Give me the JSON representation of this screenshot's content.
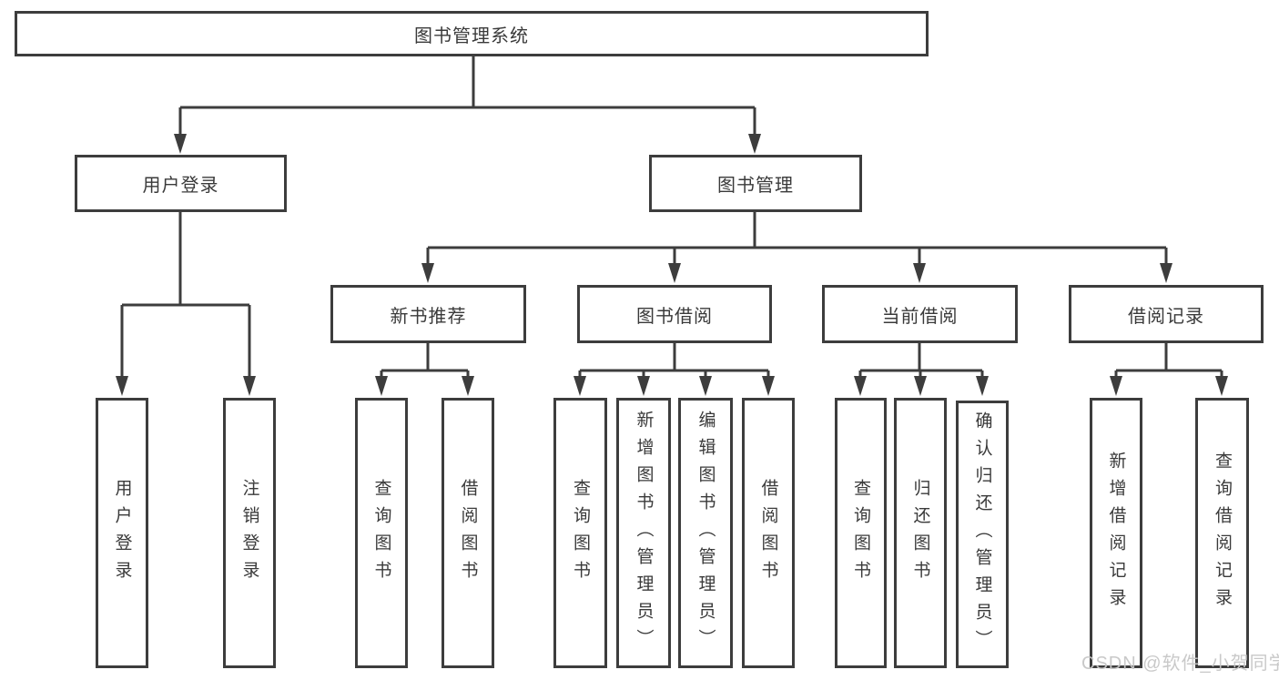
{
  "tree": {
    "root": "图书管理系统",
    "children": [
      {
        "label": "用户登录",
        "children": [
          "用户登录",
          "注销登录"
        ]
      },
      {
        "label": "图书管理",
        "children": [
          {
            "label": "新书推荐",
            "children": [
              "查询图书",
              "借阅图书"
            ]
          },
          {
            "label": "图书借阅",
            "children": [
              "查询图书",
              "新增图书（管理员）",
              "编辑图书（管理员）",
              "借阅图书"
            ]
          },
          {
            "label": "当前借阅",
            "children": [
              "查询图书",
              "归还图书",
              "确认归还（管理员）"
            ]
          },
          {
            "label": "借阅记录",
            "children": [
              "新增借阅记录",
              "查询借阅记录"
            ]
          }
        ]
      }
    ]
  },
  "watermark": {
    "text": "CSDN @软件_小贺同学"
  },
  "colors": {
    "line": "#3d3d3d",
    "text": "#3a3a3a",
    "background": "#ffffff",
    "watermark": "#c6c6c6"
  }
}
